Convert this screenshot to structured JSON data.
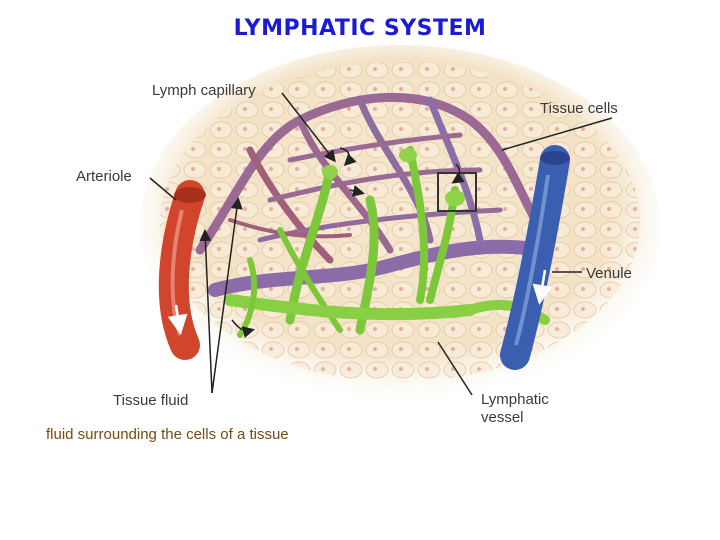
{
  "title": "LYMPHATIC SYSTEM",
  "labels": {
    "lymph_capillary": "Lymph capillary",
    "tissue_cells": "Tissue cells",
    "arteriole": "Arteriole",
    "venule": "Venule",
    "tissue_fluid": "Tissue fluid",
    "lymphatic_vessel_line1": "Lymphatic",
    "lymphatic_vessel_line2": "vessel"
  },
  "caption": "fluid surrounding the cells of a tissue",
  "colors": {
    "title": "#1b1bd6",
    "arteriole": "#d0452c",
    "venule": "#3b5fb0",
    "capillary_bed": "#8c6ca8",
    "lymph": "#7cc83a",
    "tissue": "#f3e4c8",
    "caption": "#7a4a10"
  }
}
